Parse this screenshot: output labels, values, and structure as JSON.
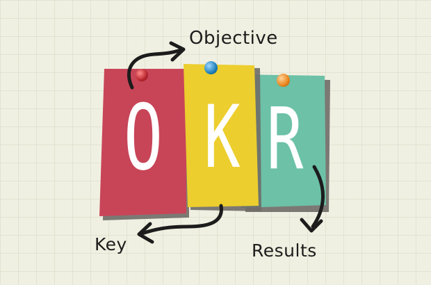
{
  "colors": {
    "background": "#f0f0e2",
    "card_o": "#c84558",
    "card_k": "#ecce2e",
    "card_r": "#6cc1a7",
    "shadow": "#6f6b68",
    "pin_o": "#b8262f",
    "pin_k": "#1f7fb8",
    "pin_r": "#e8851b",
    "ink": "#1c1c1c"
  },
  "cards": [
    {
      "letter": "O",
      "color_key": "card_o",
      "pin_key": "pin_o"
    },
    {
      "letter": "K",
      "color_key": "card_k",
      "pin_key": "pin_k"
    },
    {
      "letter": "R",
      "color_key": "card_r",
      "pin_key": "pin_r"
    }
  ],
  "labels": {
    "objective": "Objective",
    "key": "Key",
    "results": "Results"
  },
  "arrows": [
    "curved-arrow-to-objective",
    "curved-arrow-to-key",
    "curved-arrow-to-results"
  ]
}
